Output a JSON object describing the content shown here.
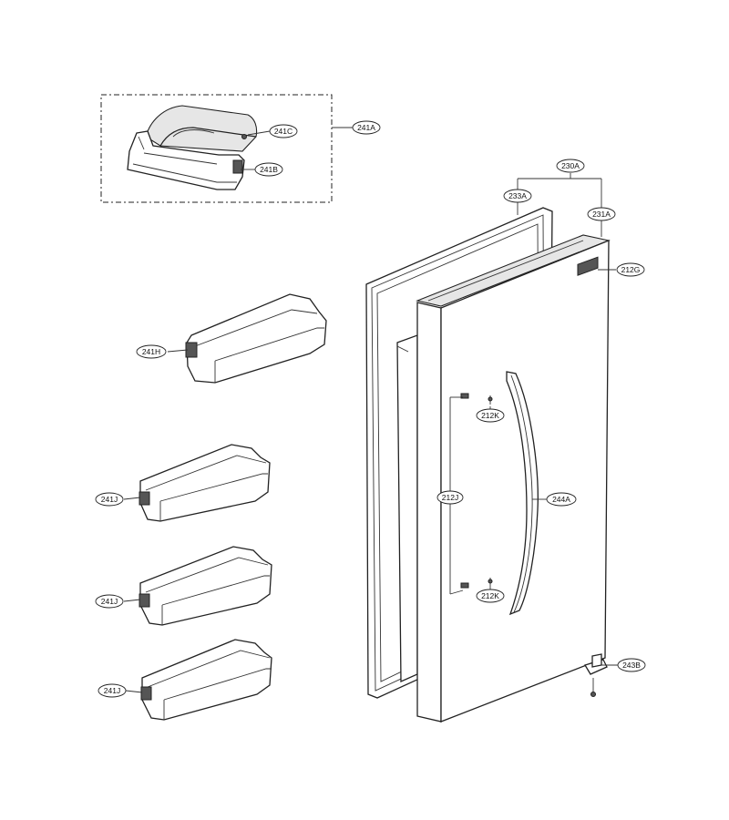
{
  "labels": {
    "p241A": "241A",
    "p241C": "241C",
    "p241B": "241B",
    "p241H": "241H",
    "p241J_1": "241J",
    "p241J_2": "241J",
    "p241J_3": "241J",
    "p230A": "230A",
    "p233A": "233A",
    "p231A": "231A",
    "p212G": "212G",
    "p212K_1": "212K",
    "p212J": "212J",
    "p244A": "244A",
    "p212K_2": "212K",
    "p243B": "243B"
  }
}
